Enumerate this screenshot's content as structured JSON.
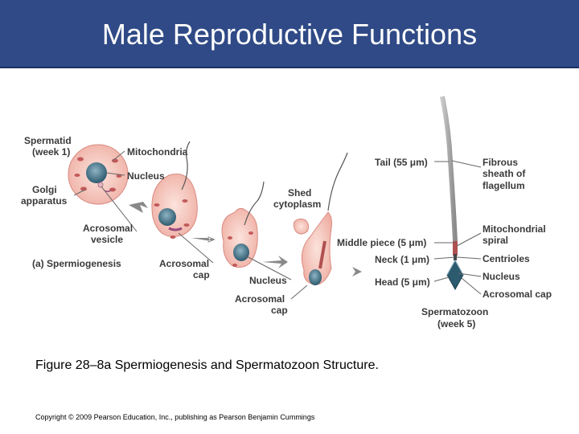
{
  "slide": {
    "title": "Male Reproductive Functions",
    "caption": "Figure 28–8a Spermiogenesis and Spermatozoon Structure.",
    "copyright": "Copyright © 2009 Pearson Education, Inc., publishing as Pearson Benjamin Cummings"
  },
  "figure": {
    "labels": {
      "spermatid_1": "Spermatid",
      "spermatid_2": "(week 1)",
      "mitochondria": "Mitochondria",
      "nucleus_1": "Nucleus",
      "golgi_1": "Golgi",
      "golgi_2": "apparatus",
      "acrosomal_vesicle_1": "Acrosomal",
      "acrosomal_vesicle_2": "vesicle",
      "part_a": "(a) Spermiogenesis",
      "acrosomal_cap1_1": "Acrosomal",
      "acrosomal_cap1_2": "cap",
      "shed_cytoplasm_1": "Shed",
      "shed_cytoplasm_2": "cytoplasm",
      "nucleus_2": "Nucleus",
      "acrosomal_cap2_1": "Acrosomal",
      "acrosomal_cap2_2": "cap",
      "tail": "Tail (55 μm)",
      "middle_piece": "Middle piece (5 μm)",
      "neck": "Neck (1 μm)",
      "head": "Head (5 μm)",
      "fibrous_1": "Fibrous",
      "fibrous_2": "sheath of",
      "fibrous_3": "flagellum",
      "mito_spiral_1": "Mitochondrial",
      "mito_spiral_2": "spiral",
      "centrioles": "Centrioles",
      "nucleus_3": "Nucleus",
      "acrosomal_cap3": "Acrosomal cap",
      "spermatozoon_1": "Spermatozoon",
      "spermatozoon_2": "(week 5)"
    }
  }
}
